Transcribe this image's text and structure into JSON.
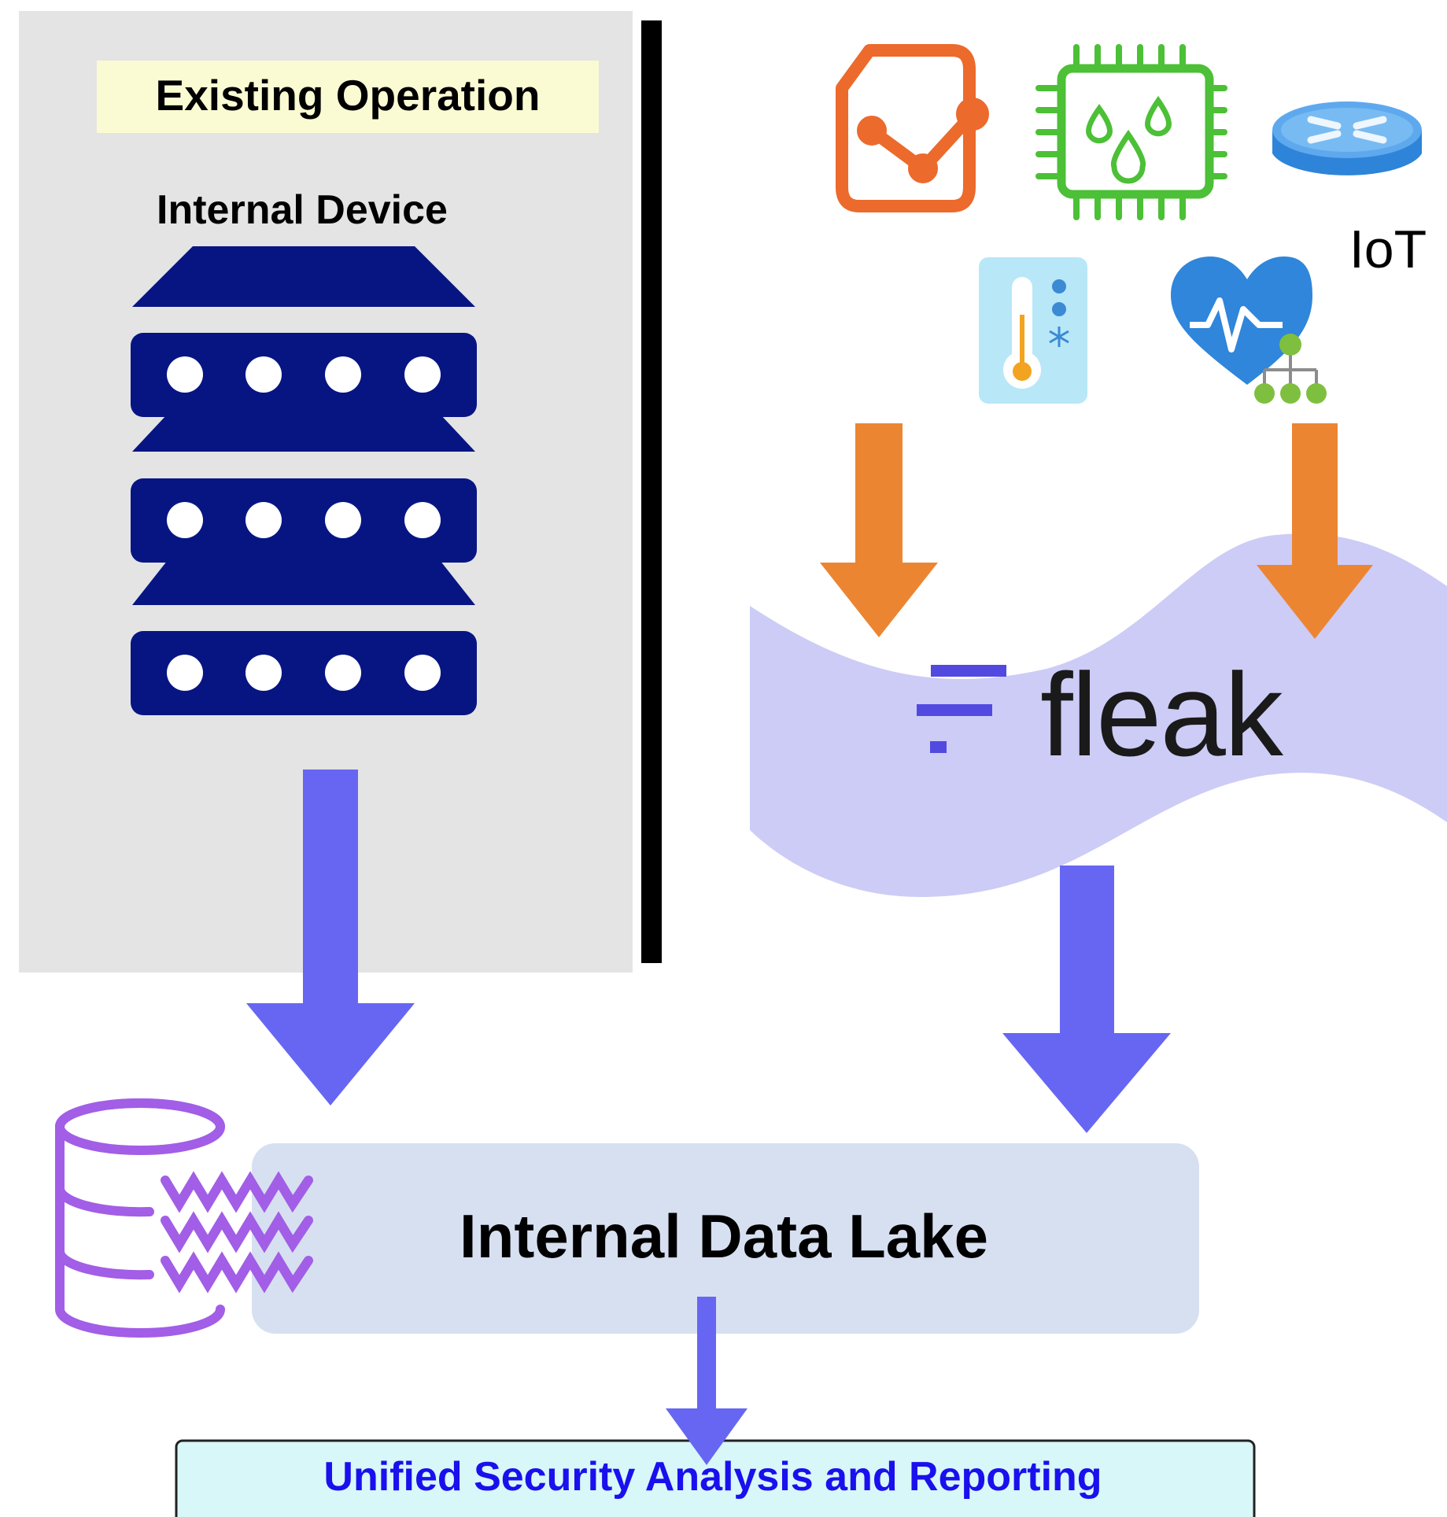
{
  "existing_operation": {
    "title": "Existing Operation",
    "device_label": "Internal Device"
  },
  "iot": {
    "label": "IoT"
  },
  "fleak": {
    "logo_text": "fleak"
  },
  "data_lake": {
    "label": "Internal Data Lake"
  },
  "reporting": {
    "label": "Unified Security Analysis and Reporting"
  },
  "colors": {
    "panel_bg": "#e4e4e4",
    "title_bg": "#fbfbd3",
    "server_blue": "#071583",
    "arrow_purple": "#6666f3",
    "arrow_orange": "#ec8532",
    "wave_fill": "#ccccf6",
    "lake_bg": "#d7e0f1",
    "db_icon_purple": "#a25ee6",
    "report_bg": "#d8f7f8",
    "report_text": "#1a10ee",
    "fleak_mark": "#5249e0",
    "divider": "#000000"
  }
}
